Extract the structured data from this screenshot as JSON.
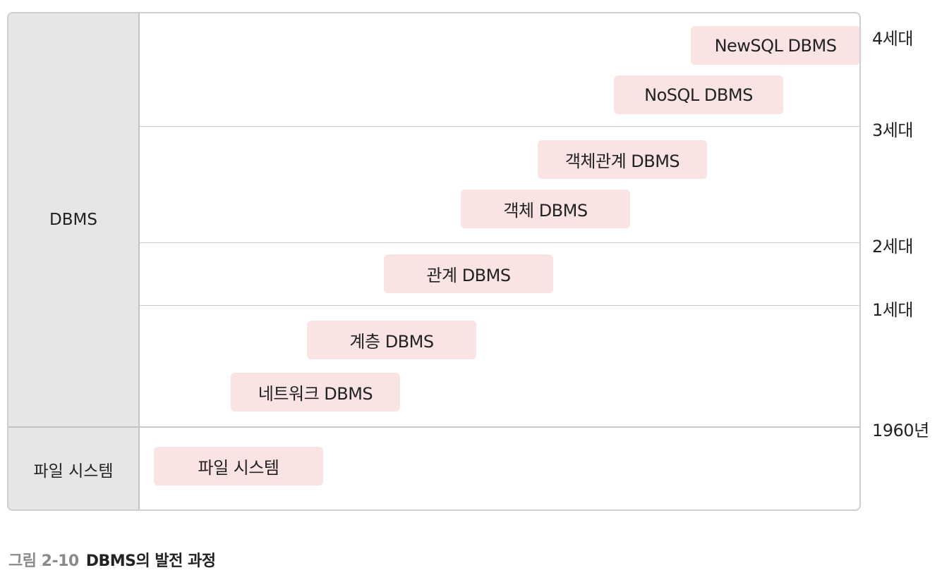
{
  "categories": {
    "dbms": "DBMS",
    "file_system": "파일 시스템"
  },
  "bars": [
    {
      "label": "NewSQL DBMS"
    },
    {
      "label": "NoSQL DBMS"
    },
    {
      "label": "객체관계 DBMS"
    },
    {
      "label": "객체 DBMS"
    },
    {
      "label": "관계 DBMS"
    },
    {
      "label": "계층 DBMS"
    },
    {
      "label": "네트워크 DBMS"
    },
    {
      "label": "파일 시스템"
    }
  ],
  "generations": [
    "4세대",
    "3세대",
    "2세대",
    "1세대",
    "1960년"
  ],
  "caption": {
    "number": "그림 2-10",
    "title": "DBMS의 발전 과정"
  },
  "colors": {
    "bar_fill": "#f9e3e3",
    "side_fill": "#e6e6e6",
    "border": "#cfcfcf"
  }
}
